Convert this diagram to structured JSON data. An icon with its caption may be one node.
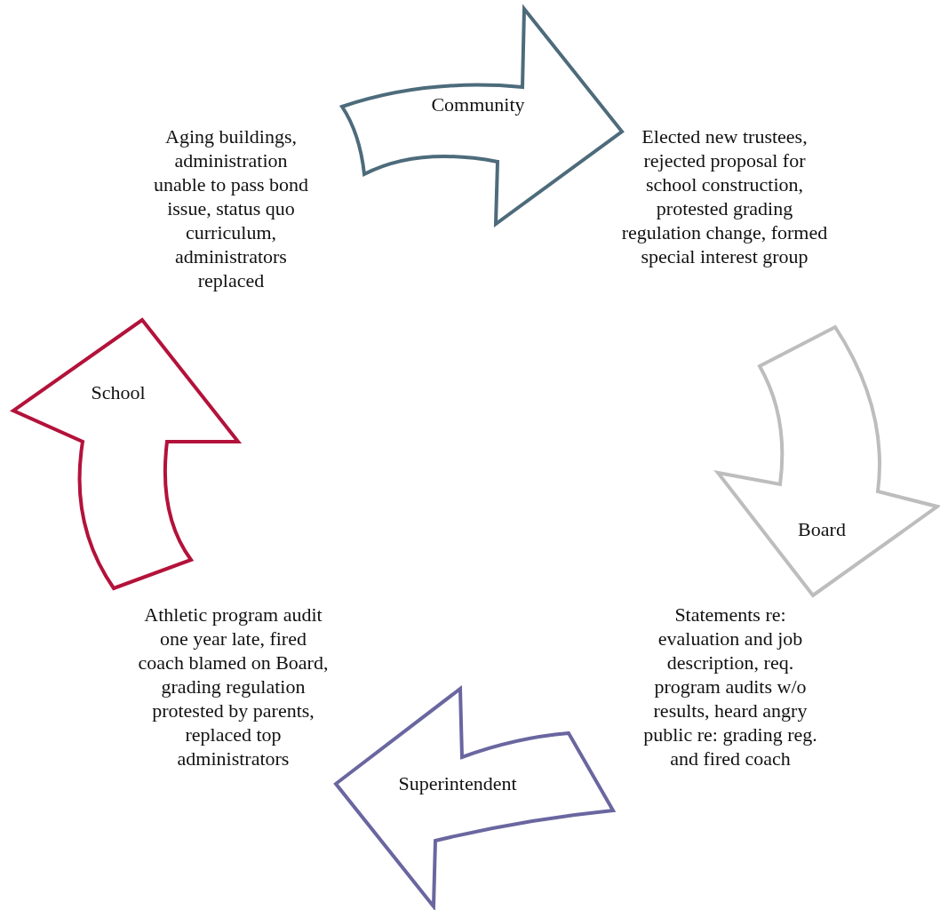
{
  "diagram": {
    "nodes": [
      {
        "text": [
          "Community"
        ],
        "beside": [
          "Elected new trustees, rejected proposal for school construction, protested grading regulation change, formed special interest group"
        ]
      },
      {
        "text": [
          "Board"
        ],
        "beside": [
          "Statements re: evaluation and job description, req. program audits w/o results, heard angry public re: grading reg. and fired coach"
        ]
      },
      {
        "text": [
          "Superintendent"
        ],
        "beside": [
          "Athletic program audit one year late, fired coach blamed on Board, grading regulation protested by parents, replaced top administrators"
        ]
      },
      {
        "text": [
          "School"
        ]
      }
    ],
    "labels": [
      "Aging buildings, administration unable to pass bond issue, status quo curriculum, administrators replaced"
    ]
  }
}
